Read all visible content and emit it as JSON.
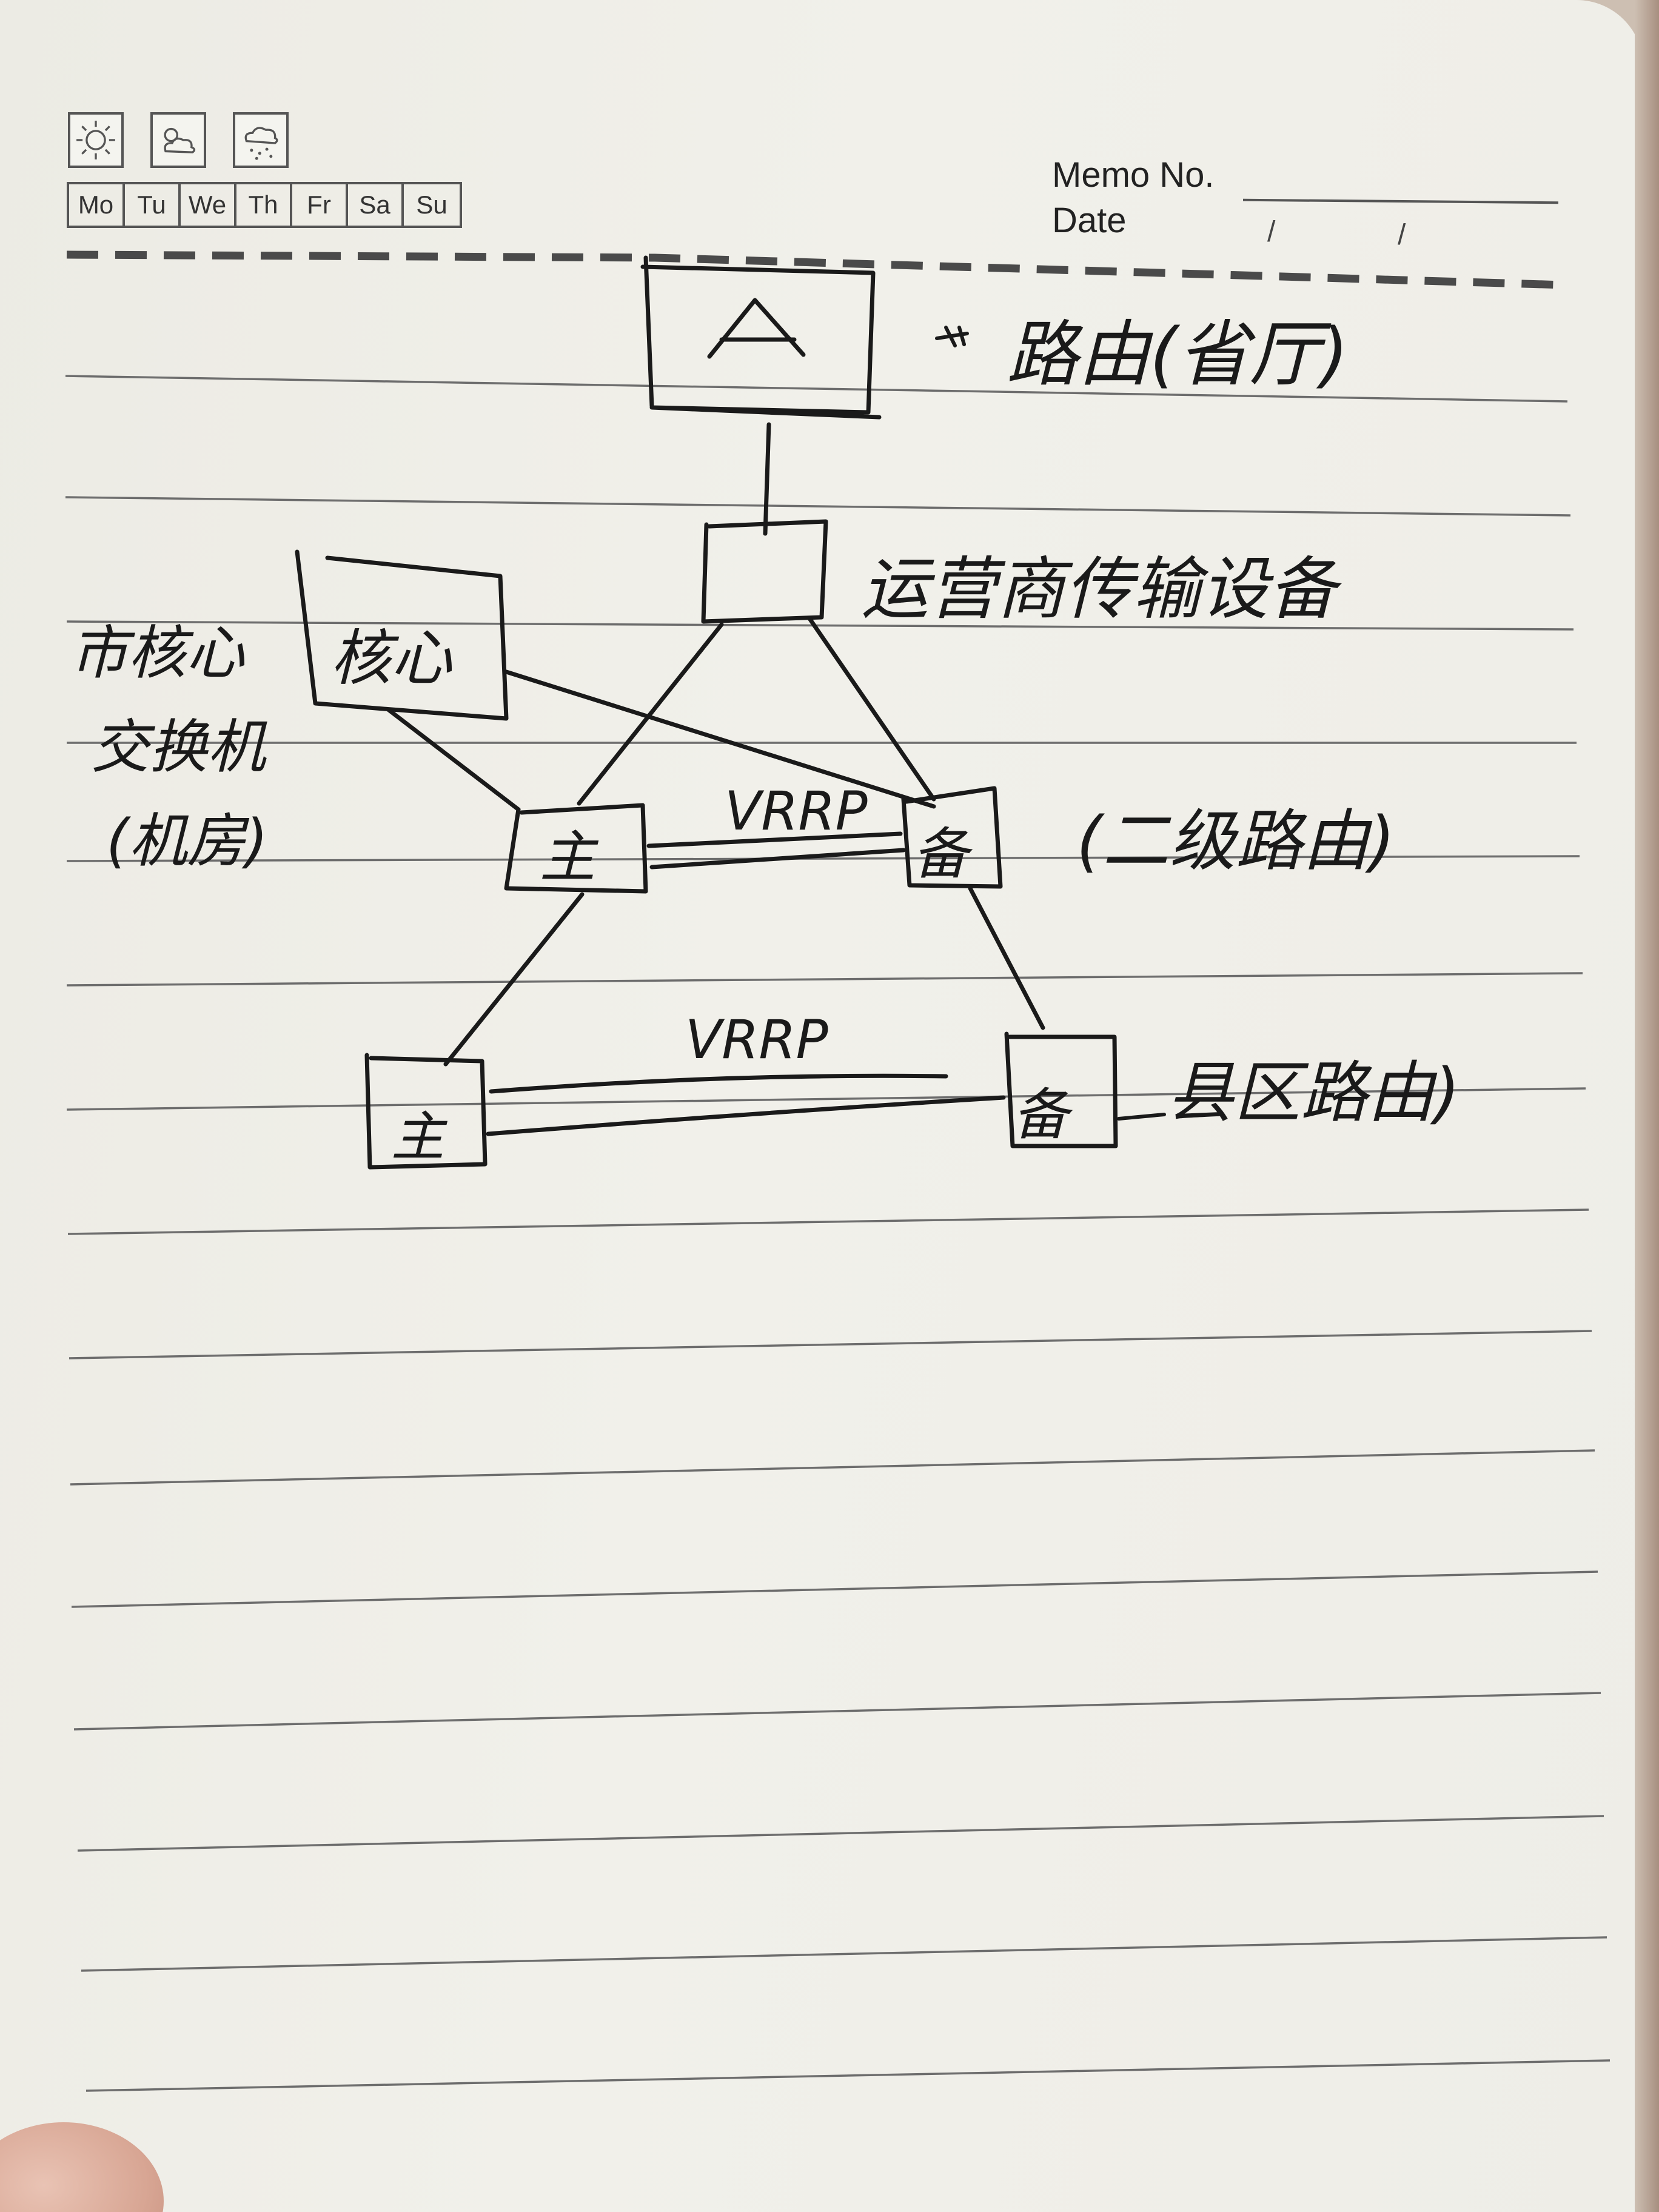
{
  "header": {
    "memo_label": "Memo No.",
    "date_label": "Date",
    "date_separator": "/",
    "weekdays": [
      "Mo",
      "Tu",
      "We",
      "Th",
      "Fr",
      "Sa",
      "Su"
    ],
    "weather_icons": [
      "sun-icon",
      "cloudy-icon",
      "rain-snow-icon"
    ]
  },
  "diagram": {
    "nodes": {
      "a": {
        "label": "A"
      },
      "transport": {
        "label": ""
      },
      "core": {
        "label": "核心"
      },
      "secondary_master": {
        "label": "主"
      },
      "secondary_backup": {
        "label": "备"
      },
      "county_master": {
        "label": "主"
      },
      "county_backup": {
        "label": "备"
      }
    },
    "annotations": {
      "a": "路由(省厅)",
      "transport": "运营商传输设备",
      "core": [
        "市核心",
        "交换机",
        "(机房)"
      ],
      "secondary": "(二级路由)",
      "county": "县区路由)"
    },
    "links": {
      "vrrp_top": "VRRP",
      "vrrp_bottom": "VRRP"
    }
  },
  "colors": {
    "ink": "#1a1a1a",
    "paper": "#efeee8",
    "ruling": "#6d6d6d"
  }
}
